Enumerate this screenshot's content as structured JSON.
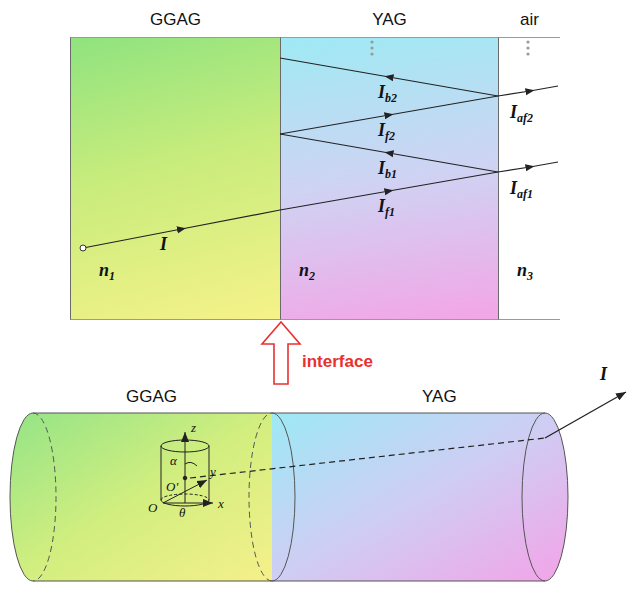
{
  "diagram": {
    "nodes": [
      {
        "text": [
          "GGAG",
          "n1"
        ]
      },
      {
        "text": [
          "YAG",
          "n2"
        ]
      },
      {
        "text": [
          "air",
          "n3"
        ]
      },
      {
        "text": [
          "GGAG"
        ]
      },
      {
        "text": [
          "YAG"
        ]
      }
    ],
    "labels": [
      "I",
      "If1",
      "Ib1",
      "Iaf1",
      "If2",
      "Ib2",
      "Iaf2",
      "interface",
      "z",
      "α",
      "y",
      "O'",
      "O",
      "θ",
      "x",
      "I"
    ]
  }
}
